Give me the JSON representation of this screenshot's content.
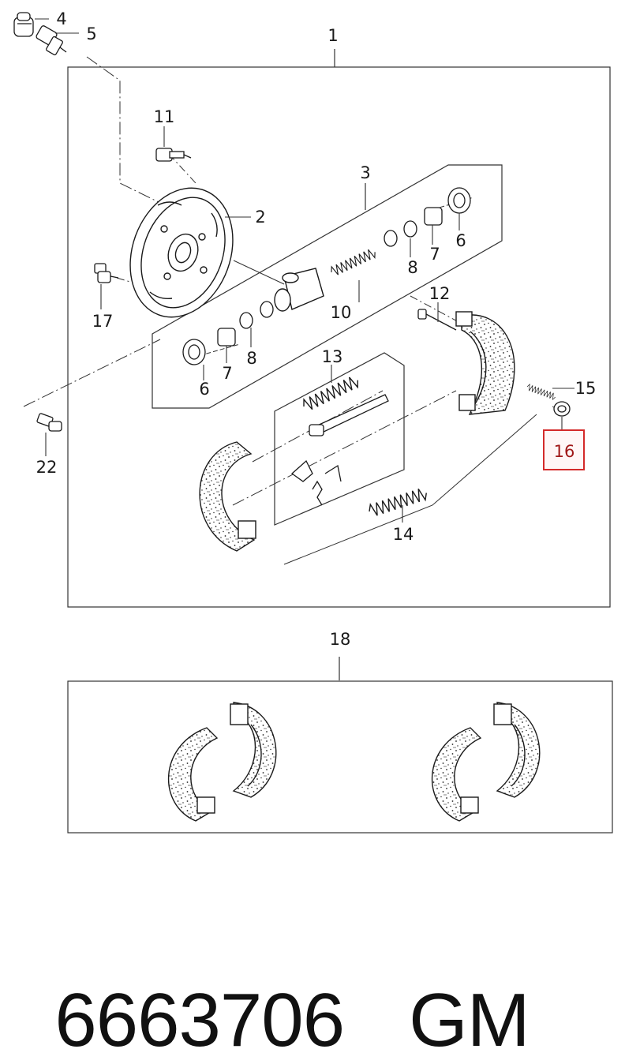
{
  "callouts": {
    "c1": "1",
    "c2": "2",
    "c3": "3",
    "c4": "4",
    "c5": "5",
    "c6a": "6",
    "c6b": "6",
    "c7a": "7",
    "c7b": "7",
    "c8a": "8",
    "c8b": "8",
    "c10": "10",
    "c11": "11",
    "c12": "12",
    "c13": "13",
    "c14": "14",
    "c15": "15",
    "c16": "16",
    "c17": "17",
    "c18": "18",
    "c22": "22"
  },
  "highlight": {
    "callout": "16",
    "color": "#d42a2a"
  },
  "footer": {
    "part_number": "6663706",
    "brand": "GM"
  }
}
